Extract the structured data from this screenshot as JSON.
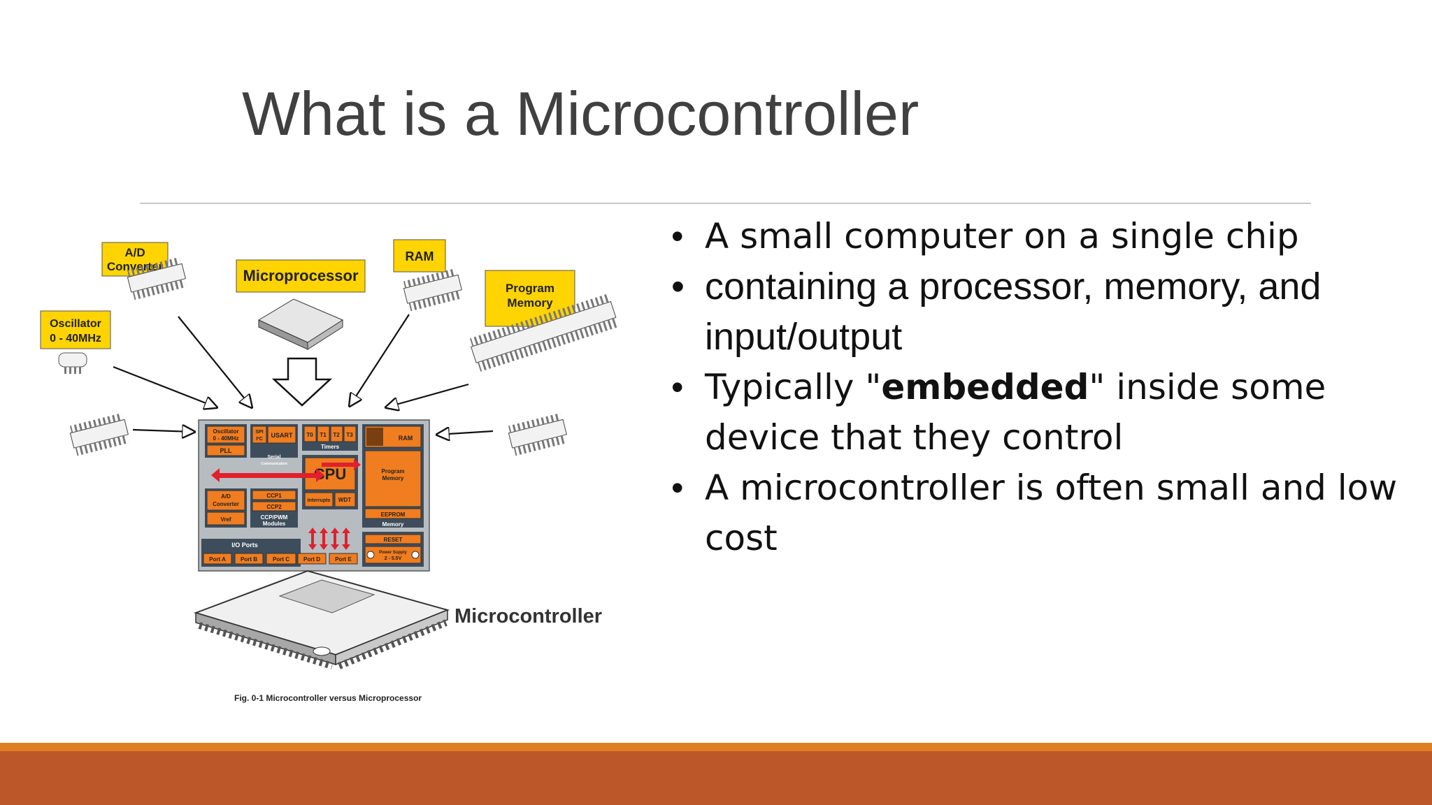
{
  "slide": {
    "title": "What is a Microcontroller"
  },
  "bullets": [
    {
      "parts": [
        "A small computer on a single chip"
      ]
    },
    {
      "parts": [
        "containing a processor, memory, and input/output"
      ]
    },
    {
      "pre": "Typically \"",
      "bold": "embedded",
      "post": "\" inside some device that they control"
    },
    {
      "parts": [
        "A microcontroller is often small and low cost"
      ]
    }
  ],
  "figure": {
    "labels": {
      "ad": [
        "A/D",
        "Converter"
      ],
      "microprocessor": "Microprocessor",
      "ram": "RAM",
      "program_memory": [
        "Program",
        "Memory"
      ],
      "oscillator": [
        "Oscillator",
        "0 - 40MHz"
      ],
      "microcontroller": "Microcontroller",
      "caption": "Fig. 0-1 Microcontroller versus Microprocessor"
    },
    "chip": {
      "oscillator": [
        "Oscillator",
        "0 - 40MHz"
      ],
      "pll": "PLL",
      "spi": [
        "SPI",
        "I²C"
      ],
      "usart": "USART",
      "timers_blocks": [
        "T0",
        "T1",
        "T2",
        "T3"
      ],
      "timers": "Timers",
      "ram": "RAM",
      "serial": [
        "Serial",
        "Communication"
      ],
      "program_memory": [
        "Program",
        "Memory"
      ],
      "cpu": "CPU",
      "ad": [
        "A/D",
        "Converter"
      ],
      "vref": "Vref",
      "ccp1": "CCP1",
      "ccp2": "CCP2",
      "ccp_modules": [
        "CCP/PWM",
        "Modules"
      ],
      "interrupts": "Interrupts",
      "wdt": "WDT",
      "eeprom": "EEPROM",
      "memory": "Memory",
      "io_ports": "I/O Ports",
      "reset": "RESET",
      "power": [
        "Power Supply",
        "2 - 5.5V"
      ],
      "ports": [
        "Port A",
        "Port B",
        "Port C",
        "Port D",
        "Port E"
      ]
    }
  },
  "colors": {
    "title": "#404040",
    "label_fill": "#ffd400",
    "chip_orange": "#f07d1f",
    "chip_body": "#b7bcc1",
    "chip_dark": "#3d4d5c",
    "arrow_red": "#e0202c",
    "bar_thin": "#dd7e22",
    "bar_thick": "#bb5728"
  }
}
